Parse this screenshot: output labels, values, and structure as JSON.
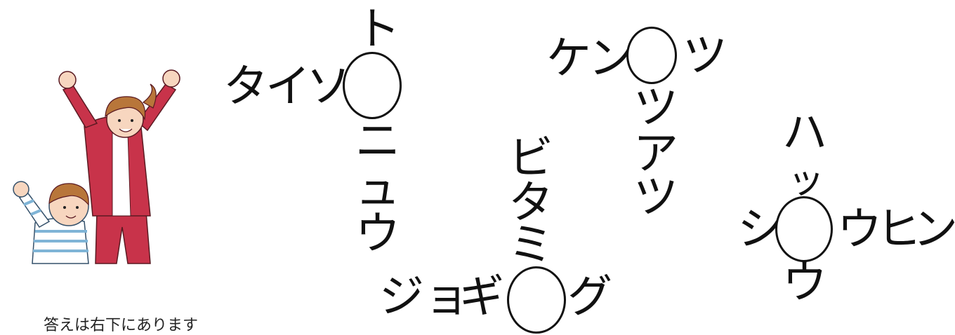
{
  "puzzles": [
    {
      "horizontal_left": [
        "タ",
        "イ",
        "ソ"
      ],
      "vertical_top": [
        "ト"
      ],
      "vertical_bottom": [
        "ニ",
        "ュ",
        "ウ"
      ]
    },
    {
      "horizontal_left": [
        "ケ",
        "ン"
      ],
      "horizontal_right": [
        "ツ"
      ],
      "vertical_bottom": [
        "ツ",
        "ア",
        "ツ"
      ]
    },
    {
      "horizontal_left": [
        "ジ",
        "ョ",
        "ギ"
      ],
      "horizontal_right": [
        "グ"
      ],
      "vertical_top": [
        "ビ",
        "タ",
        "ミ"
      ]
    },
    {
      "horizontal_left": [
        "シ"
      ],
      "horizontal_right": [
        "ウ",
        "ヒ",
        "ン"
      ],
      "vertical_top": [
        "ハ",
        "ッ"
      ],
      "vertical_bottom": [
        "ウ"
      ]
    }
  ],
  "hint": "答えは右下にあります",
  "colors": {
    "text": "#111111",
    "shirt": "#c8334a",
    "skin": "#f7d6bf",
    "hair": "#b8763a",
    "stripe": "#7fb4d6"
  }
}
